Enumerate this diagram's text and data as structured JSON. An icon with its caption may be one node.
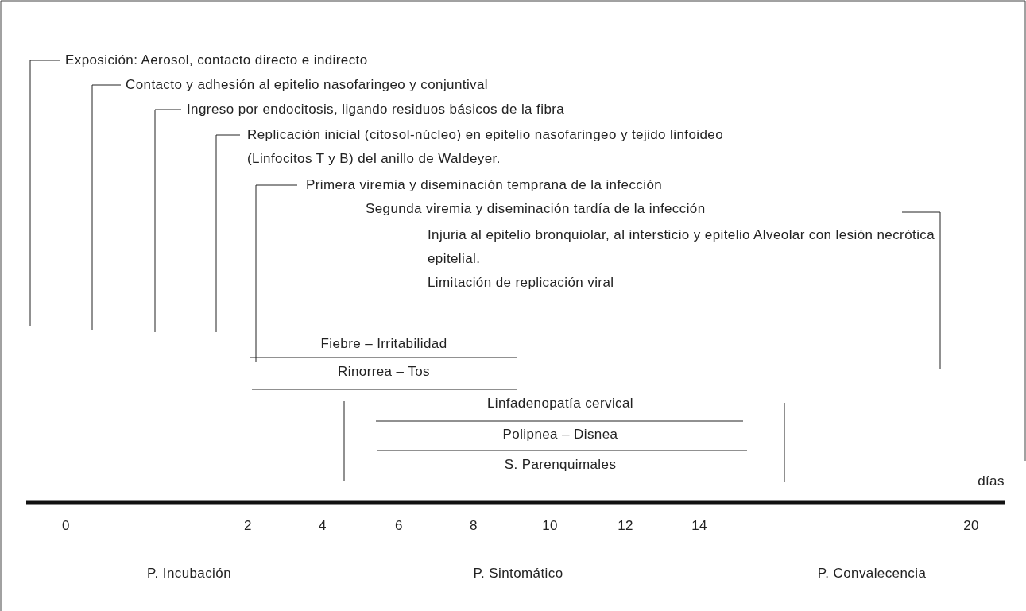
{
  "diagram": {
    "labels": [
      "Exposición: Aerosol, contacto directo e indirecto",
      "Contacto y adhesión al epitelio nasofaringeo y conjuntival",
      "Ingreso por endocitosis, ligando residuos básicos de la fibra",
      "Replicación inicial (citosol-núcleo) en epitelio nasofaringeo y tejido linfoideo (Linfocitos T y B) del anillo de Waldeyer.",
      "Primera viremia y diseminación temprana de la infección",
      "Segunda viremia y diseminación tardía de la infección",
      "Injuria al epitelio bronquiolar, al intersticio y epitelio Alveolar con lesión necrótica epitelial.",
      "Limitación de replicación viral",
      "Fiebre – Irritabilidad",
      "Rinorrea – Tos",
      "Linfadenopatía cervical",
      "Polipnea – Disnea",
      "S. Parenquimales",
      "días",
      "0",
      "2",
      "4",
      "6",
      "8",
      "10",
      "12",
      "14",
      "20",
      "P. Incubación",
      "P. Sintomático",
      "P. Convalecencia"
    ]
  }
}
